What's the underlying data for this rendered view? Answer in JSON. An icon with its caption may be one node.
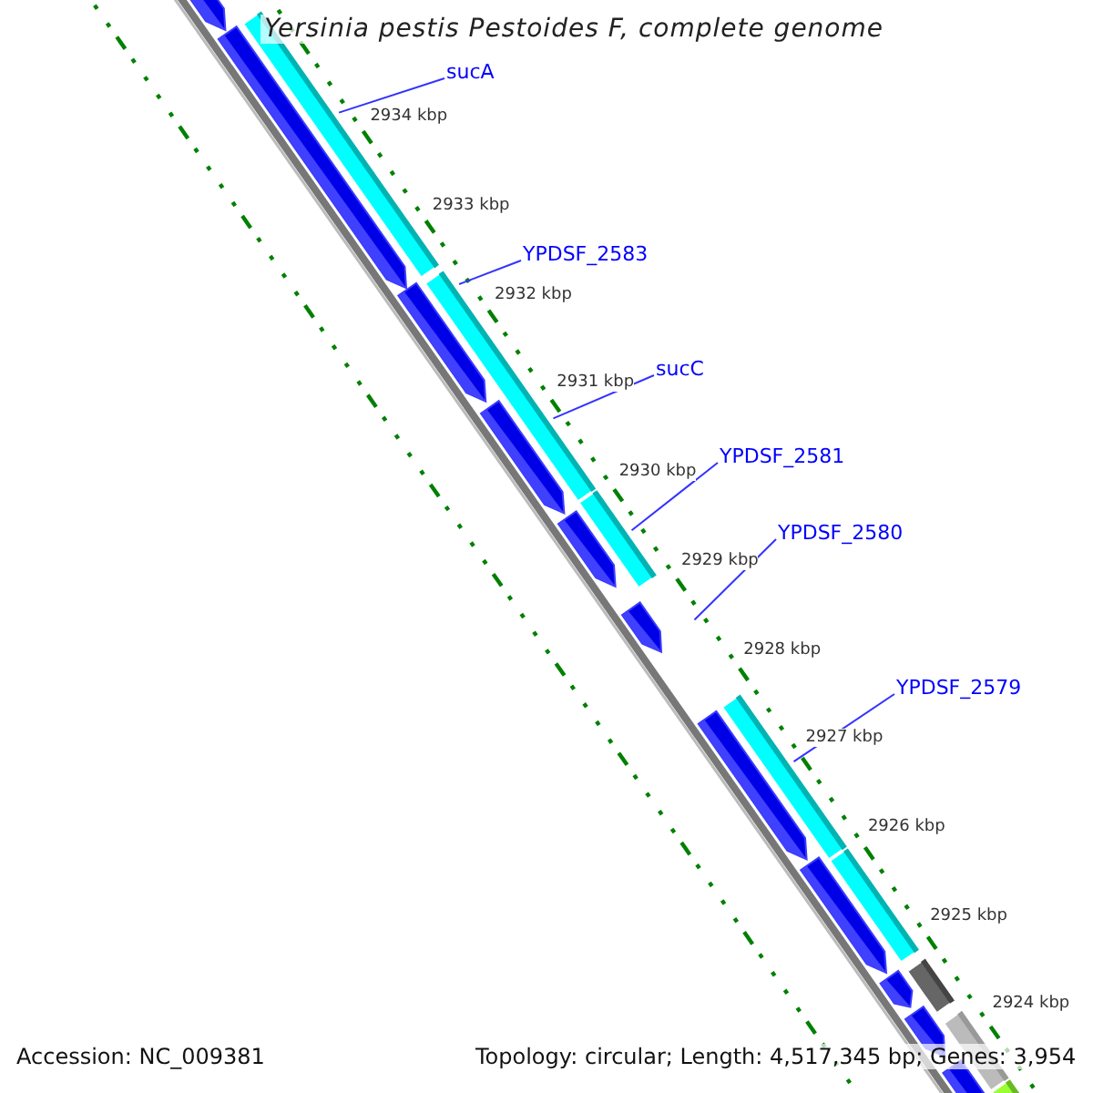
{
  "diagram": {
    "title": "Yersinia pestis Pestoides F, complete genome",
    "nodes": [
      {
        "text": [
          "sucA"
        ]
      },
      {
        "text": [
          "YPDSF_2583"
        ]
      },
      {
        "text": [
          "sucC"
        ]
      },
      {
        "text": [
          "YPDSF_2581"
        ]
      },
      {
        "text": [
          "YPDSF_2580"
        ]
      },
      {
        "text": [
          "YPDSF_2579"
        ]
      }
    ],
    "edges": [
      {
        "from": 0,
        "to": null,
        "arrow": "none"
      },
      {
        "from": 1,
        "to": null,
        "arrow": "none"
      },
      {
        "from": 2,
        "to": null,
        "arrow": "none"
      },
      {
        "from": 3,
        "to": null,
        "arrow": "none"
      },
      {
        "from": 4,
        "to": null,
        "arrow": "none"
      },
      {
        "from": 5,
        "to": null,
        "arrow": "none"
      }
    ],
    "labels": [
      "2934 kbp",
      "2933 kbp",
      "2932 kbp",
      "2931 kbp",
      "2930 kbp",
      "2929 kbp",
      "2928 kbp",
      "2927 kbp",
      "2926 kbp",
      "2925 kbp",
      "2924 kbp",
      "Accession: NC_009381",
      "Topology: circular; Length: 4,517,345 bp; Genes: 3,954"
    ]
  }
}
